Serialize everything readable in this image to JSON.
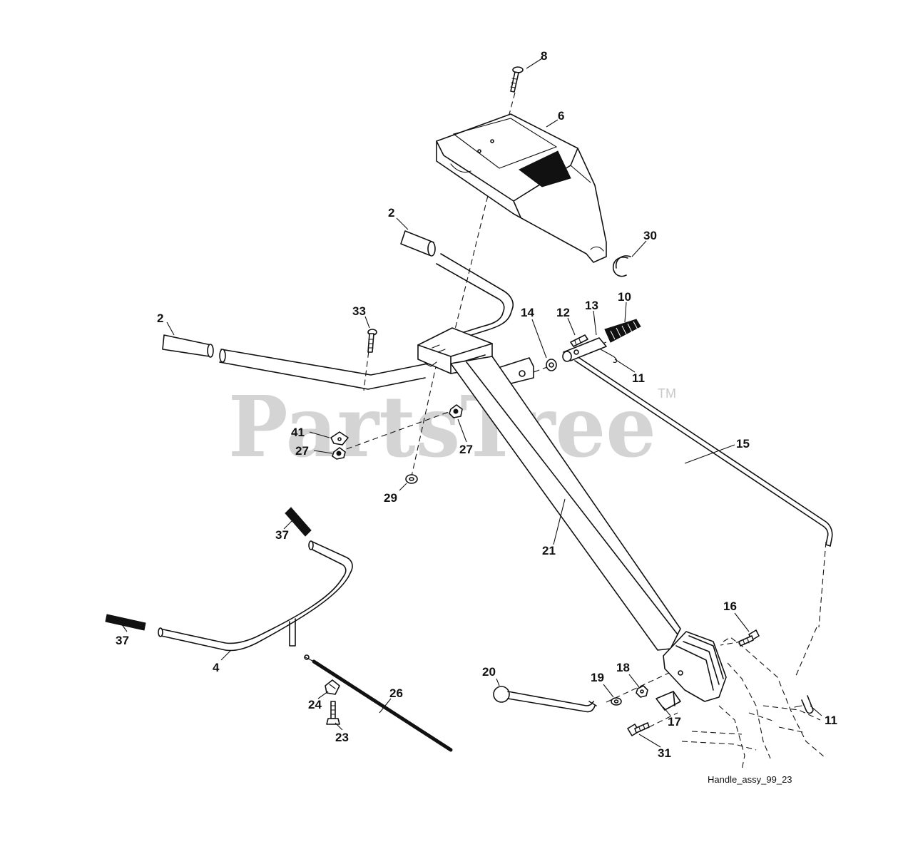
{
  "watermark": {
    "brand": "PartsTree",
    "trademark": "TM"
  },
  "figure_ref": "Handle_assy_99_23",
  "callouts": [
    "8",
    "6",
    "2",
    "30",
    "2",
    "33",
    "10",
    "12",
    "13",
    "14",
    "11",
    "41",
    "27",
    "27",
    "15",
    "29",
    "37",
    "21",
    "37",
    "4",
    "16",
    "20",
    "18",
    "19",
    "26",
    "24",
    "17",
    "11",
    "23",
    "31"
  ]
}
